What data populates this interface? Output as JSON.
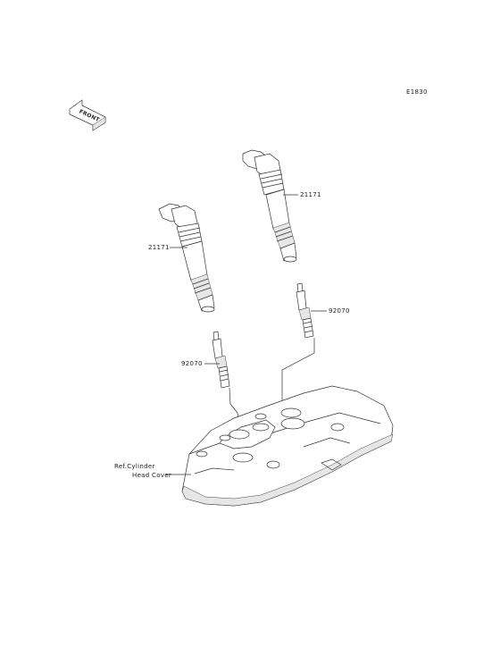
{
  "diagram_id": "E1830",
  "front_label": "FRONT",
  "callouts": {
    "coil_right": "21171",
    "coil_left": "21171",
    "plug_right": "92070",
    "plug_left": "92070",
    "ref_line1": "Ref.Cylinder",
    "ref_line2": "Head Cover"
  },
  "icons": {
    "front_arrow": "front-arrow-icon"
  }
}
